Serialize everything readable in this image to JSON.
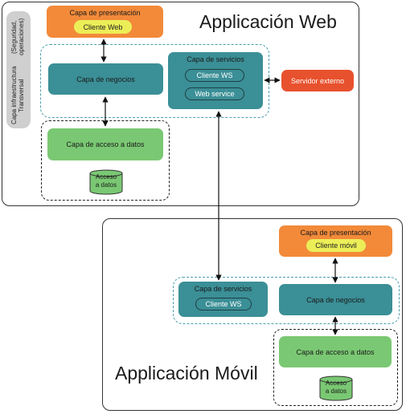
{
  "web": {
    "title": "Applicación Web",
    "sidebar_line1": "Capa infraestructura Transversal",
    "sidebar_line2": "(Seguridad, operaciones)",
    "presentation_label": "Capa de presentación",
    "client_label": "Cliente Web",
    "business_label": "Capa de negocios",
    "services_label": "Capa de servicios",
    "service_client_label": "Cliente WS",
    "web_service_label": "Web service",
    "data_layer_label": "Capa de acceso a datos",
    "data_store_line1": "Acceso",
    "data_store_line2": "a datos",
    "external_label": "Servidor externo"
  },
  "mobile": {
    "title": "Applicación Móvil",
    "presentation_label": "Capa de presentación",
    "client_label": "Cliente móvil",
    "services_label": "Capa de servicios",
    "service_client_label": "Cliente WS",
    "business_label": "Capa de negocios",
    "data_layer_label": "Capa de acceso a datos",
    "data_store_line1": "Acceso",
    "data_store_line2": "a datos"
  },
  "colors": {
    "presentation": "#f28a3a",
    "services": "#3b8f96",
    "data": "#7ac873",
    "external": "#e8512d",
    "client": "#ecee58",
    "dashed": "#4a9fab"
  }
}
